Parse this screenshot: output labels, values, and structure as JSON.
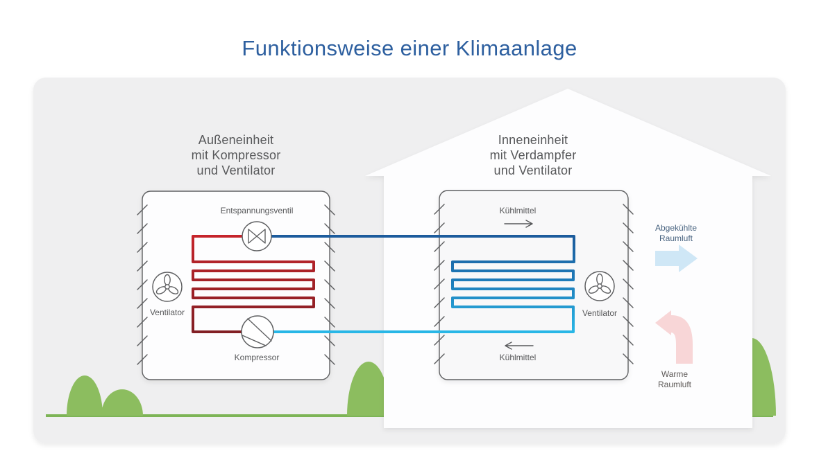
{
  "title": "Funktionsweise einer Klimaanlage",
  "outdoor_unit": {
    "heading_lines": [
      "Außeneinheit",
      "mit Kompressor",
      "und Ventilator"
    ],
    "valve_label": "Entspannungsventil",
    "fan_label": "Ventilator",
    "compressor_label": "Kompressor"
  },
  "indoor_unit": {
    "heading_lines": [
      "Inneneinheit",
      "mit Verdampfer",
      "und Ventilator"
    ],
    "coolant_top_label": "Kühlmittel",
    "coolant_bottom_label": "Kühlmittel",
    "fan_label": "Ventilator"
  },
  "airflow": {
    "cooled_air_lines": [
      "Abgekühlte",
      "Raumluft"
    ],
    "warm_air_lines": [
      "Warme",
      "Raumluft"
    ]
  },
  "colors": {
    "title_text": "#2d5f9f",
    "label_text": "#57585a",
    "cooled_label_text": "#47627f",
    "warm_label_text": "#5d5957",
    "panel_bg": "#efeff0",
    "house_fill": "#fdfdfe",
    "box_fill": "#fdfdfe",
    "indoor_box_fill": "#f8f8f9",
    "outline_gray": "#5f6062",
    "pipe_red_hot": "#c7242b",
    "pipe_red_mid": "#a52228",
    "pipe_red_dark": "#811f24",
    "pipe_blue_dark": "#1c5a9b",
    "pipe_blue_mid": "#1e7ab8",
    "pipe_blue_cyan": "#29b9e8",
    "cooled_air_arrow": "#cfe7f6",
    "warm_air_arrow": "#f8d6d7",
    "greenery": "#8cbd5f",
    "ground_green": "#7db456"
  }
}
